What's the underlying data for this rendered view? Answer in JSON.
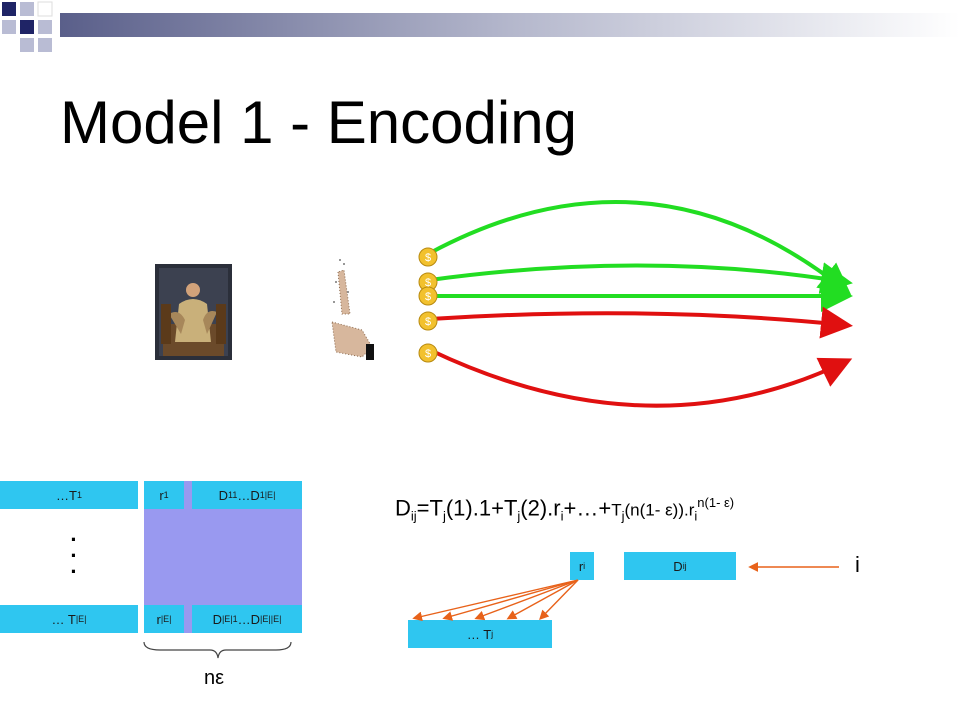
{
  "slide": {
    "title": "Model 1 - Encoding"
  },
  "left_table": {
    "top_row": {
      "t": "…T",
      "t_sub": "1",
      "r": "r",
      "r_sub": "1",
      "d1": "D",
      "d1_sub": "11",
      "dots": "…",
      "d2": "D",
      "d2_sub": "1|E|"
    },
    "bottom_row": {
      "t": "… T",
      "t_sub": "|E|",
      "r": "r",
      "r_sub": "|E|",
      "d1": "D",
      "d1_sub": "|E|1",
      "dots": "…",
      "d2": "D",
      "d2_sub": "|E||E|"
    },
    "vertical_dots": "·\n·\n·",
    "brace_label": "nε"
  },
  "formula": {
    "d": "D",
    "d_sub": "ij",
    "eq": "=T",
    "t1_sub": "j",
    "p1": "(1).1+T",
    "t2_sub": "j",
    "p2": "(2).r",
    "r1_sub": "i",
    "p3": "+…+",
    "t3": "T",
    "t3_sub": "j",
    "p4": "(n(1- ε)).r",
    "r2_sub": "i",
    "r2_sup": "n(1- ε)"
  },
  "right_table": {
    "r": "r",
    "r_sub": "i",
    "d": "D",
    "d_sub": "ij",
    "t": "… T",
    "t_sub": "j",
    "i_label": "i"
  },
  "colors": {
    "accent_blue": "#2FC6F0",
    "purple": "#9999F0",
    "green_arrow": "#22DD22",
    "red_arrow": "#E01010",
    "orange_arrow": "#E8621A",
    "coin": "#F2C12E"
  },
  "icons": [
    "coin-icon",
    "hand-icon",
    "painting-image"
  ]
}
